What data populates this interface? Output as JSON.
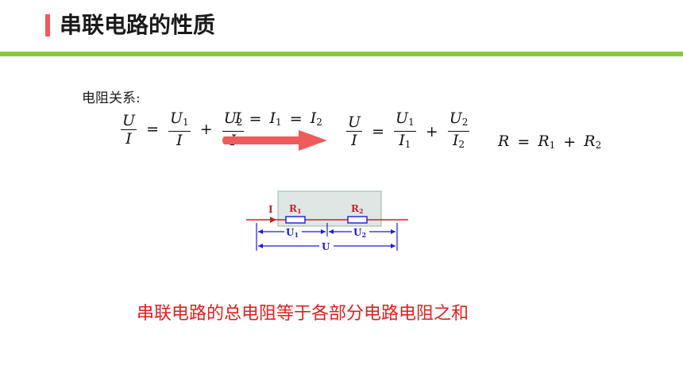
{
  "title": "串联电路的性质",
  "label": "电阻关系:",
  "formula_left": {
    "lhs_num": "U",
    "lhs_den": "I",
    "eq": "=",
    "t1_num": "U",
    "t1_num_sub": "1",
    "t1_den": "I",
    "plus": "+",
    "t2_num": "U",
    "t2_num_sub": "2",
    "t2_den": "I"
  },
  "condition": {
    "a": "I",
    "eq1": "=",
    "b": "I",
    "b_sub": "1",
    "eq2": "=",
    "c": "I",
    "c_sub": "2"
  },
  "formula_right": {
    "lhs_num": "U",
    "lhs_den": "I",
    "eq": "=",
    "t1_num": "U",
    "t1_num_sub": "1",
    "t1_den": "I",
    "t1_den_sub": "1",
    "plus": "+",
    "t2_num": "U",
    "t2_num_sub": "2",
    "t2_den": "I",
    "t2_den_sub": "2"
  },
  "relation": {
    "lhs": "R",
    "eq": "=",
    "r1": "R",
    "r1_sub": "1",
    "plus": "+",
    "r2": "R",
    "r2_sub": "2"
  },
  "circuit": {
    "current_label": "I",
    "r1_label": "R",
    "r1_sub": "1",
    "r2_label": "R",
    "r2_sub": "2",
    "u1_label": "U",
    "u1_sub": "1",
    "u2_label": "U",
    "u2_sub": "2",
    "u_label": "U"
  },
  "conclusion": "串联电路的总电阻等于各部分电路电阻之和",
  "colors": {
    "title_mark": "#f05a5a",
    "title_rule": "#8dc43f",
    "arrow": "#ee5b5b",
    "wire": "#c0252e",
    "dimension": "#1b1bd6",
    "conclusion": "#e41e1e"
  }
}
